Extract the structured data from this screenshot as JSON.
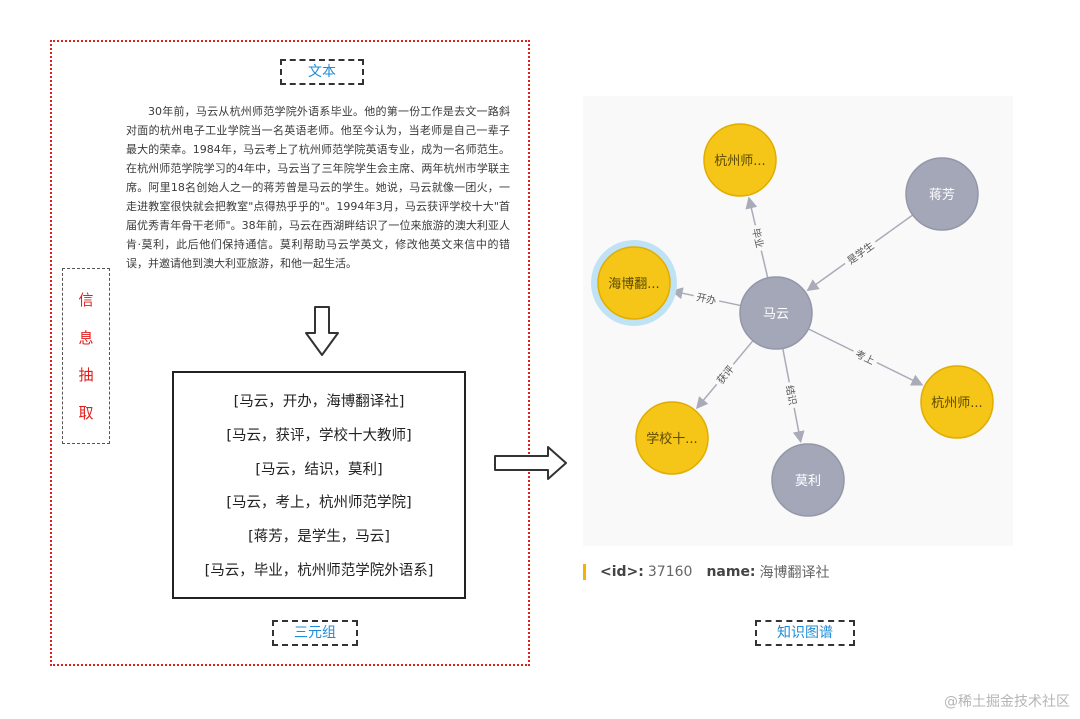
{
  "left_panel": {
    "text_tag": "文本",
    "side_label": [
      "信",
      "息",
      "抽",
      "取"
    ],
    "paragraph": "30年前，马云从杭州师范学院外语系毕业。他的第一份工作是去文一路斜对面的杭州电子工业学院当一名英语老师。他至今认为，当老师是自己一辈子最大的荣幸。1984年，马云考上了杭州师范学院英语专业，成为一名师范生。在杭州师范学院学习的4年中，马云当了三年院学生会主席、两年杭州市学联主席。阿里18名创始人之一的蒋芳曾是马云的学生。她说，马云就像一团火，一走进教室很快就会把教室\"点得热乎乎的\"。1994年3月，马云获评学校十大\"首届优秀青年骨干老师\"。38年前，马云在西湖畔结识了一位来旅游的澳大利亚人肯·莫利，此后他们保持通信。莫利帮助马云学英文，修改他英文来信中的错误，并邀请他到澳大利亚旅游，和他一起生活。",
    "triples": [
      "[马云，开办，海博翻译社]",
      "[马云，获评，学校十大教师]",
      "[马云，结识，莫利]",
      "[马云，考上，杭州师范学院]",
      "[蒋芳，是学生，马云]",
      "[马云，毕业，杭州师范学院外语系]"
    ],
    "triples_tag": "三元组"
  },
  "graph": {
    "nodes": [
      {
        "id": "center",
        "label": "马云",
        "color": "#a3a7b8"
      },
      {
        "id": "hz_top",
        "label": "杭州师...",
        "color": "#f5c518"
      },
      {
        "id": "jf",
        "label": "蒋芳",
        "color": "#a3a7b8"
      },
      {
        "id": "hb",
        "label": "海博翻...",
        "color": "#f5c518",
        "selected": true
      },
      {
        "id": "hz_right",
        "label": "杭州师...",
        "color": "#f5c518"
      },
      {
        "id": "xx",
        "label": "学校十...",
        "color": "#f5c518"
      },
      {
        "id": "ml",
        "label": "莫利",
        "color": "#a3a7b8"
      }
    ],
    "edges": [
      {
        "from": "center",
        "to": "hz_top",
        "label": "毕业"
      },
      {
        "from": "jf",
        "to": "center",
        "label": "是学生"
      },
      {
        "from": "center",
        "to": "hb",
        "label": "开办"
      },
      {
        "from": "center",
        "to": "hz_right",
        "label": "考上"
      },
      {
        "from": "center",
        "to": "xx",
        "label": "获评"
      },
      {
        "from": "center",
        "to": "ml",
        "label": "结识"
      }
    ],
    "meta": {
      "id_key": "<id>:",
      "id_value": "37160",
      "name_key": "name:",
      "name_value": "海博翻译社"
    },
    "tag": "知识图谱"
  },
  "watermark": "@稀土掘金技术社区"
}
